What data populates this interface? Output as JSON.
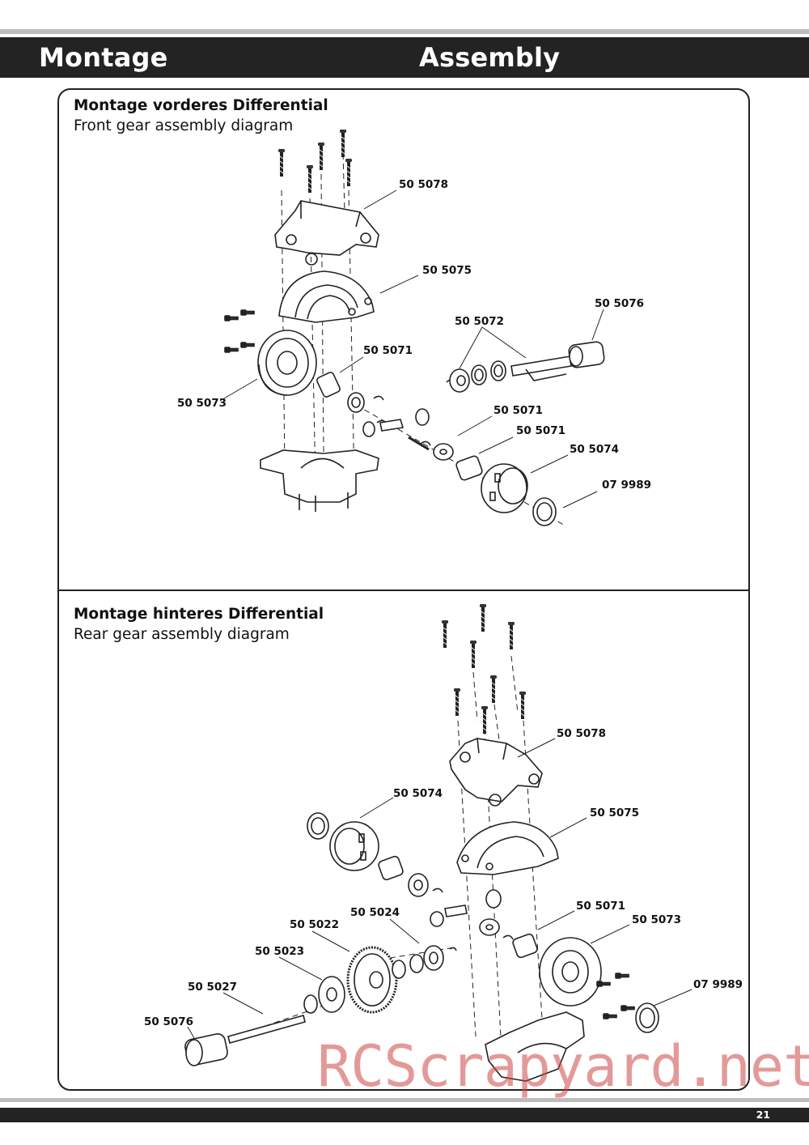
{
  "header": {
    "title_left": "Montage",
    "title_right": "Assembly"
  },
  "front": {
    "title": "Montage vorderes Differential",
    "subtitle": "Front gear assembly diagram",
    "labels": [
      "50 5078",
      "50 5075",
      "50 5076",
      "50 5072",
      "50 5071",
      "50 5073",
      "50 5071",
      "50 5071",
      "50 5074",
      "07 9989"
    ]
  },
  "rear": {
    "title": "Montage hinteres Differential",
    "subtitle": "Rear gear assembly diagram",
    "labels": [
      "50 5078",
      "50 5074",
      "50 5075",
      "50 5071",
      "50 5024",
      "50 5022",
      "50 5073",
      "50 5023",
      "07 9989",
      "50 5027",
      "50 5076"
    ]
  },
  "watermark": "RCScrapyard.net",
  "footer": {
    "page_number": "21"
  }
}
